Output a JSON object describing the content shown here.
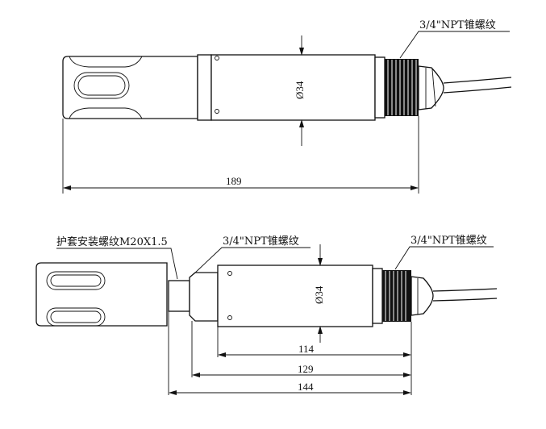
{
  "top_view": {
    "thread_callout": "3/4\"NPT锥螺纹",
    "diameter_label": "Ø34",
    "overall_length": "189"
  },
  "bottom_view": {
    "guard_thread_callout": "护套安装螺纹M20X1.5",
    "front_thread_callout": "3/4\"NPT锥螺纹",
    "rear_thread_callout": "3/4\"NPT锥螺纹",
    "diameter_label": "Ø34",
    "length_body": "114",
    "length_mid": "129",
    "length_total": "144"
  }
}
